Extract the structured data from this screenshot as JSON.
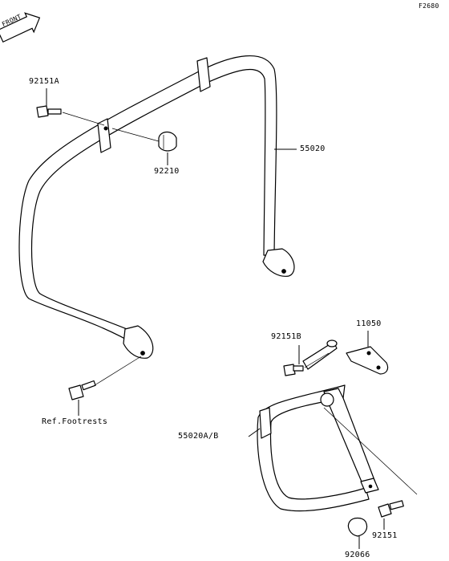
{
  "figure_code": "F2680",
  "front_badge": "FRONT",
  "callouts": {
    "bolt_upper": "92151A",
    "cap_nut": "92210",
    "bar_large": "55020",
    "ref_footrests": "Ref.Footrests",
    "bar_small": "55020A/B",
    "bolt_small_upper": "92151B",
    "bracket": "11050",
    "bolt_lower": "92151",
    "cap": "92066"
  }
}
